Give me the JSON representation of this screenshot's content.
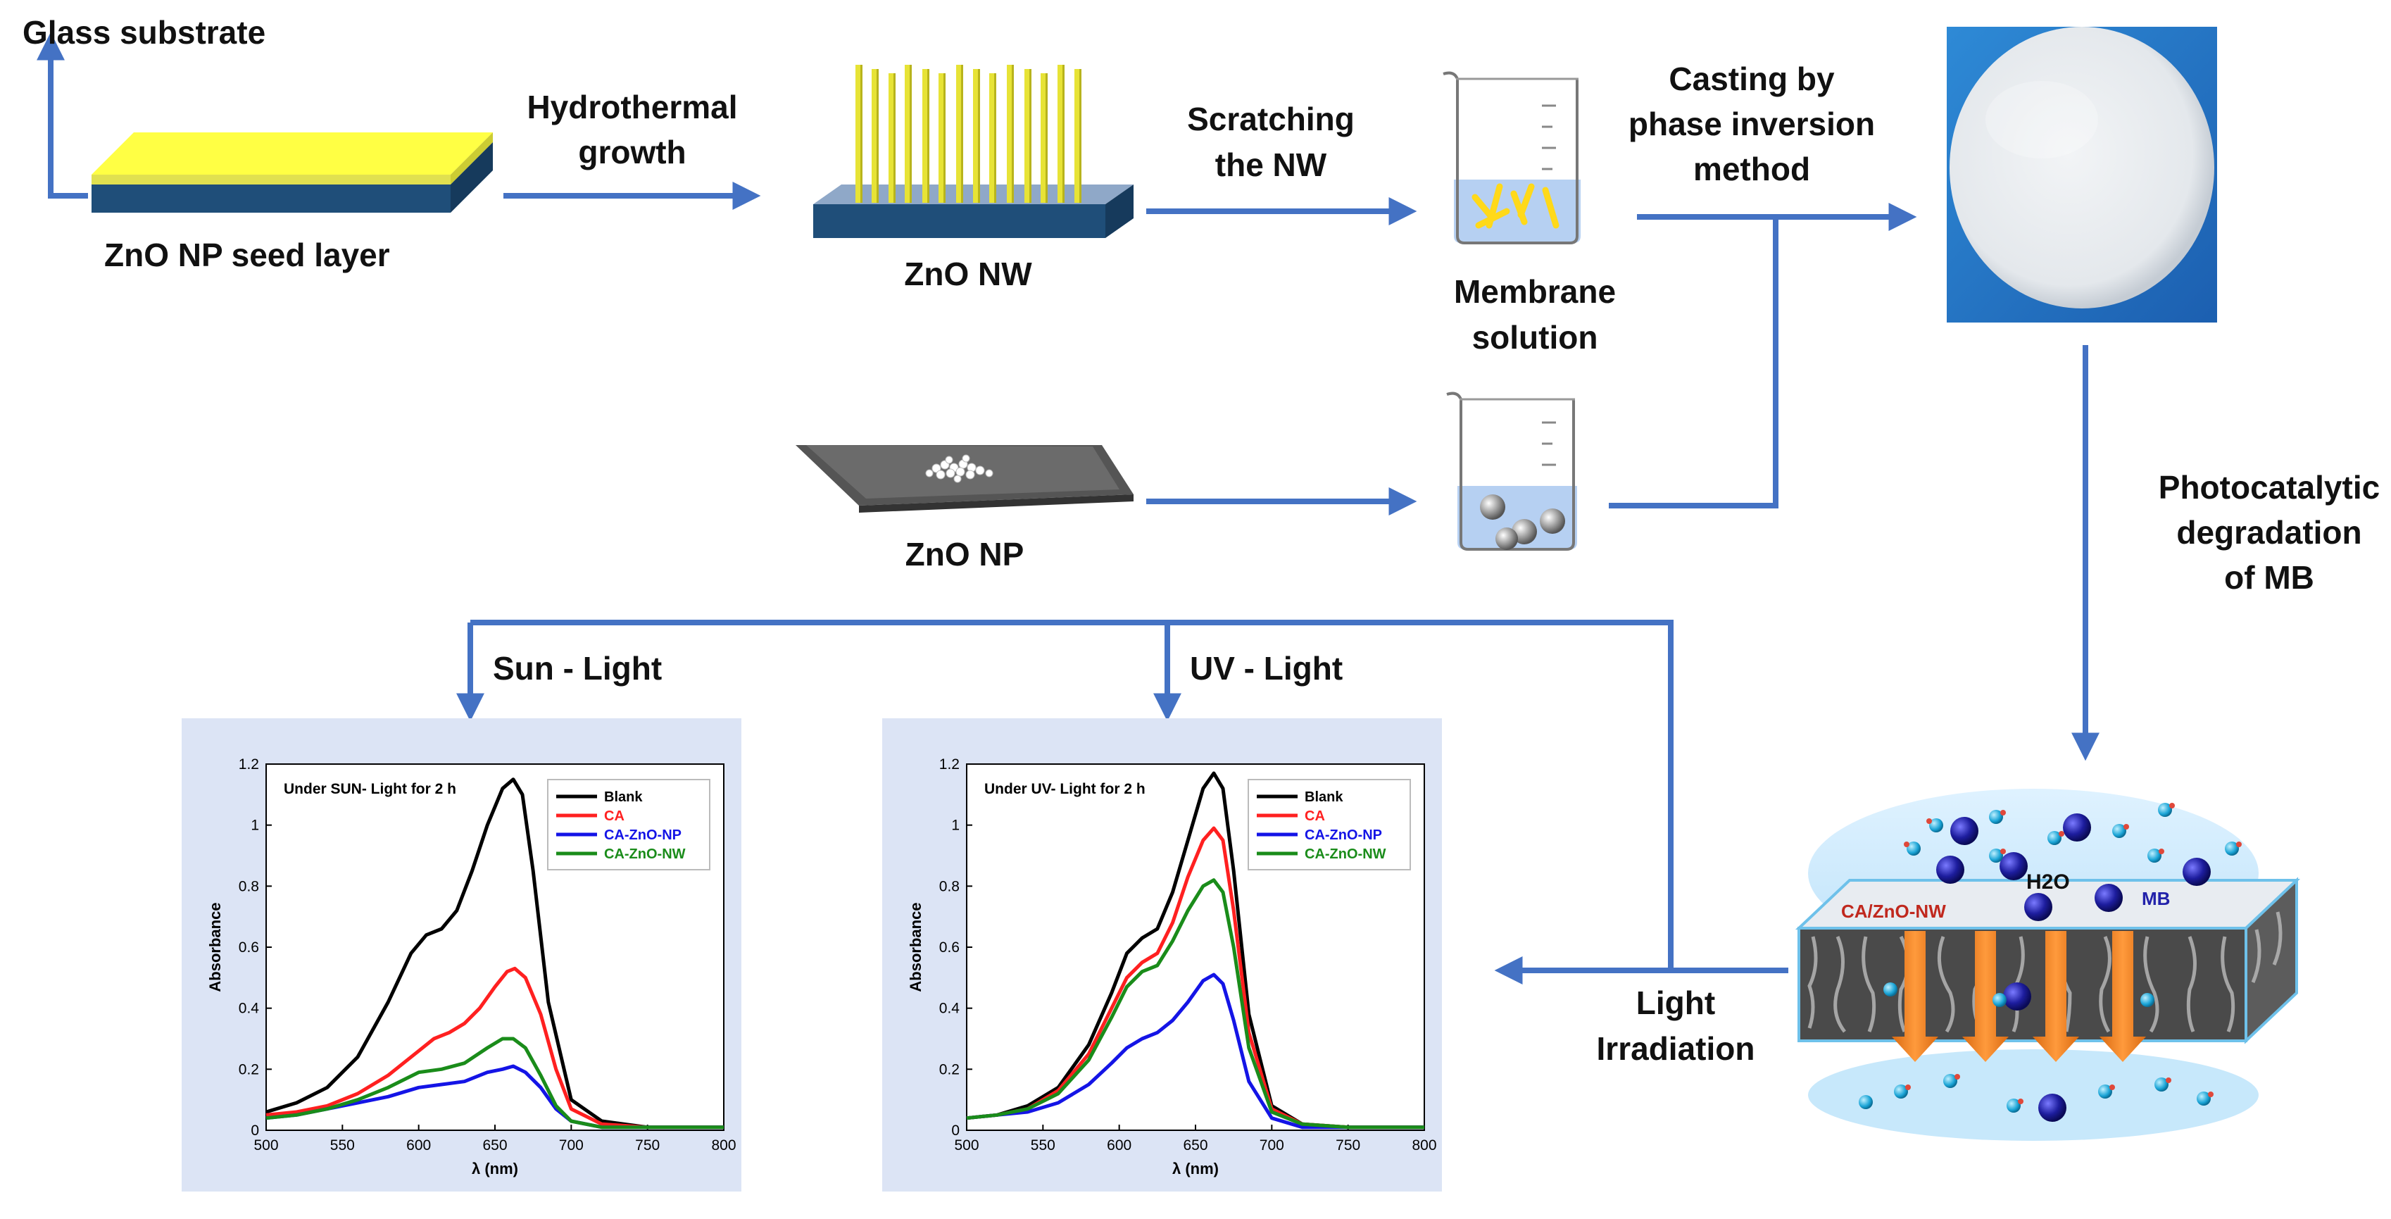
{
  "colors": {
    "arrow": "#4472c4",
    "substrate": "#1f4e79",
    "seed": "#ffff44",
    "panel_bg": "#dce4f5",
    "blank": "#000000",
    "ca": "#ff2020",
    "np": "#1414e6",
    "nw": "#1a8c1a"
  },
  "labels": {
    "glass_substrate": "Glass substrate",
    "seed_layer": "ZnO NP seed layer",
    "hydrothermal_1": "Hydrothermal",
    "hydrothermal_2": "growth",
    "zno_nw": "ZnO NW",
    "scratching_1": "Scratching",
    "scratching_2": "the NW",
    "membrane_1": "Membrane",
    "membrane_2": "solution",
    "casting_1": "Casting by",
    "casting_2": "phase inversion",
    "casting_3": "method",
    "zno_np": "ZnO NP",
    "photo_1": "Photocatalytic",
    "photo_2": "degradation",
    "photo_3": "of MB",
    "sun_light": "Sun - Light",
    "uv_light": "UV - Light",
    "light_1": "Light",
    "light_2": "Irradiation",
    "membrane_h2o": "H2O",
    "membrane_ca": "CA/ZnO-NW",
    "membrane_mb": "MB"
  },
  "chart_data": [
    {
      "type": "line",
      "title": "Under SUN- Light for 2 h",
      "xlabel": "λ (nm)",
      "ylabel": "Absorbance",
      "xlim": [
        500,
        800
      ],
      "ylim": [
        0,
        1.2
      ],
      "xticks": [
        500,
        550,
        600,
        650,
        700,
        750,
        800
      ],
      "yticks": [
        0,
        0.2,
        0.4,
        0.6,
        0.8,
        1,
        1.2
      ],
      "legend_position": "top-right",
      "series": [
        {
          "name": "Blank",
          "color": "#000000",
          "x": [
            500,
            520,
            540,
            560,
            580,
            595,
            605,
            615,
            625,
            635,
            645,
            655,
            662,
            668,
            675,
            685,
            700,
            720,
            750,
            800
          ],
          "y": [
            0.06,
            0.09,
            0.14,
            0.24,
            0.42,
            0.58,
            0.64,
            0.66,
            0.72,
            0.85,
            1.0,
            1.12,
            1.15,
            1.1,
            0.85,
            0.42,
            0.1,
            0.03,
            0.01,
            0.01
          ]
        },
        {
          "name": "CA",
          "color": "#ff2020",
          "x": [
            500,
            520,
            540,
            560,
            580,
            600,
            610,
            620,
            630,
            640,
            650,
            658,
            663,
            670,
            680,
            690,
            700,
            720,
            750,
            800
          ],
          "y": [
            0.05,
            0.06,
            0.08,
            0.12,
            0.18,
            0.26,
            0.3,
            0.32,
            0.35,
            0.4,
            0.47,
            0.52,
            0.53,
            0.5,
            0.38,
            0.2,
            0.07,
            0.02,
            0.01,
            0.01
          ]
        },
        {
          "name": "CA-ZnO-NP",
          "color": "#1414e6",
          "x": [
            500,
            520,
            540,
            560,
            580,
            600,
            615,
            630,
            645,
            655,
            662,
            670,
            680,
            690,
            700,
            720,
            750,
            800
          ],
          "y": [
            0.04,
            0.05,
            0.07,
            0.09,
            0.11,
            0.14,
            0.15,
            0.16,
            0.19,
            0.2,
            0.21,
            0.19,
            0.14,
            0.07,
            0.03,
            0.01,
            0.01,
            0.01
          ]
        },
        {
          "name": "CA-ZnO-NW",
          "color": "#1a8c1a",
          "x": [
            500,
            520,
            540,
            560,
            580,
            600,
            615,
            630,
            645,
            655,
            662,
            670,
            680,
            690,
            700,
            720,
            750,
            800
          ],
          "y": [
            0.04,
            0.05,
            0.07,
            0.1,
            0.14,
            0.19,
            0.2,
            0.22,
            0.27,
            0.3,
            0.3,
            0.27,
            0.18,
            0.08,
            0.03,
            0.01,
            0.01,
            0.01
          ]
        }
      ]
    },
    {
      "type": "line",
      "title": "Under UV- Light for 2 h",
      "xlabel": "λ (nm)",
      "ylabel": "Absorbance",
      "xlim": [
        500,
        800
      ],
      "ylim": [
        0,
        1.2
      ],
      "xticks": [
        500,
        550,
        600,
        650,
        700,
        750,
        800
      ],
      "yticks": [
        0,
        0.2,
        0.4,
        0.6,
        0.8,
        1,
        1.2
      ],
      "legend_position": "top-right",
      "series": [
        {
          "name": "Blank",
          "color": "#000000",
          "x": [
            500,
            520,
            540,
            560,
            580,
            595,
            605,
            615,
            625,
            635,
            645,
            655,
            662,
            668,
            675,
            685,
            700,
            720,
            750,
            800
          ],
          "y": [
            0.04,
            0.05,
            0.08,
            0.14,
            0.28,
            0.45,
            0.58,
            0.63,
            0.66,
            0.78,
            0.95,
            1.12,
            1.17,
            1.12,
            0.85,
            0.38,
            0.08,
            0.02,
            0.01,
            0.01
          ]
        },
        {
          "name": "CA",
          "color": "#ff2020",
          "x": [
            500,
            520,
            540,
            560,
            580,
            595,
            605,
            615,
            625,
            635,
            645,
            655,
            662,
            668,
            675,
            685,
            700,
            720,
            750,
            800
          ],
          "y": [
            0.04,
            0.05,
            0.07,
            0.13,
            0.25,
            0.4,
            0.5,
            0.55,
            0.58,
            0.68,
            0.83,
            0.95,
            0.99,
            0.95,
            0.72,
            0.32,
            0.07,
            0.02,
            0.01,
            0.01
          ]
        },
        {
          "name": "CA-ZnO-NP",
          "color": "#1414e6",
          "x": [
            500,
            520,
            540,
            560,
            580,
            595,
            605,
            615,
            625,
            635,
            645,
            655,
            662,
            668,
            675,
            685,
            700,
            720,
            750,
            800
          ],
          "y": [
            0.04,
            0.05,
            0.06,
            0.09,
            0.15,
            0.22,
            0.27,
            0.3,
            0.32,
            0.36,
            0.42,
            0.49,
            0.51,
            0.48,
            0.36,
            0.16,
            0.04,
            0.01,
            0.01,
            0.01
          ]
        },
        {
          "name": "CA-ZnO-NW",
          "color": "#1a8c1a",
          "x": [
            500,
            520,
            540,
            560,
            580,
            595,
            605,
            615,
            625,
            635,
            645,
            655,
            662,
            668,
            675,
            685,
            700,
            720,
            750,
            800
          ],
          "y": [
            0.04,
            0.05,
            0.07,
            0.12,
            0.23,
            0.37,
            0.47,
            0.52,
            0.54,
            0.62,
            0.72,
            0.8,
            0.82,
            0.78,
            0.6,
            0.27,
            0.06,
            0.02,
            0.01,
            0.01
          ]
        }
      ]
    }
  ]
}
